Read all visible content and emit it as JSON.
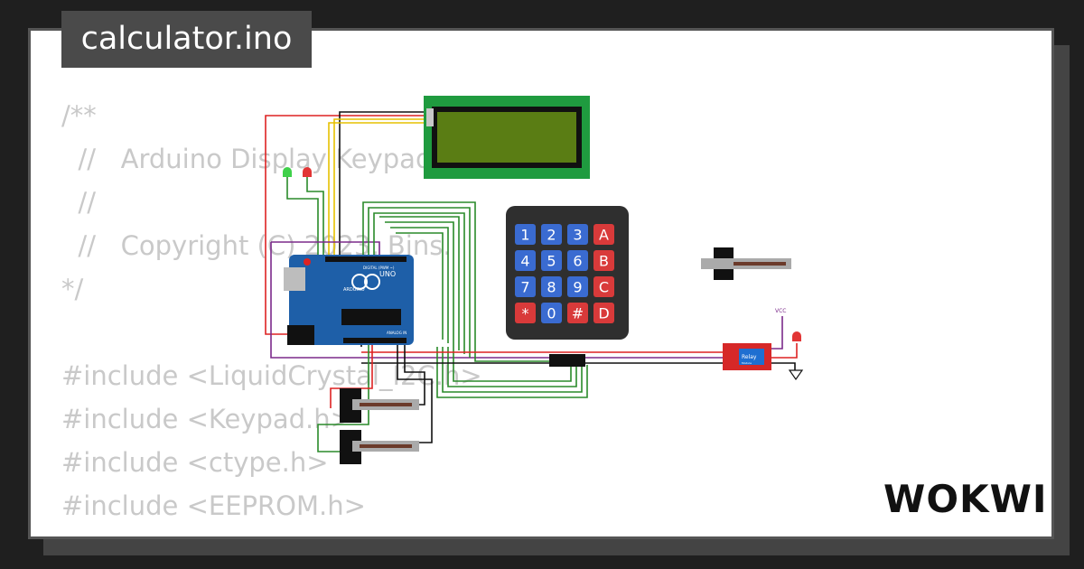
{
  "file": {
    "name": "calculator.ino"
  },
  "brand": {
    "logo_text": "WOKWI"
  },
  "code_lines": [
    "/**",
    "  //   Arduino Display Keypad",
    "  //",
    "  //   Copyright (C) 2023, Bins.",
    "*/",
    "",
    "#include <LiquidCrystal_I2C.h>",
    "#include <Keypad.h>",
    "#include <ctype.h>",
    "#include <EEPROM.h>"
  ],
  "keypad": {
    "rows": [
      [
        "1",
        "2",
        "3",
        "A"
      ],
      [
        "4",
        "5",
        "6",
        "B"
      ],
      [
        "7",
        "8",
        "9",
        "C"
      ],
      [
        "*",
        "0",
        "#",
        "D"
      ]
    ]
  },
  "board": {
    "label": "UNO",
    "sublabel": "ARDUINO",
    "digital_label": "DIGITAL (PWM ~)",
    "analog_label": "ANALOG IN"
  },
  "relay": {
    "label": "Relay",
    "sublabel": "Module"
  },
  "vcc_label": "VCC",
  "colors": {
    "lcd_frame": "#1f9b3f",
    "lcd_screen": "#5a7d14",
    "keypad_body": "#2f2f2f",
    "key_number": "#3a6bd1",
    "key_letter": "#d93a3a",
    "board": "#1e5fa8",
    "relay": "#d62828",
    "wire_green": "#2a8a2a",
    "wire_red": "#d22",
    "wire_purple": "#7b2a8a",
    "wire_black": "#111111",
    "wire_yellow": "#e6c100"
  }
}
